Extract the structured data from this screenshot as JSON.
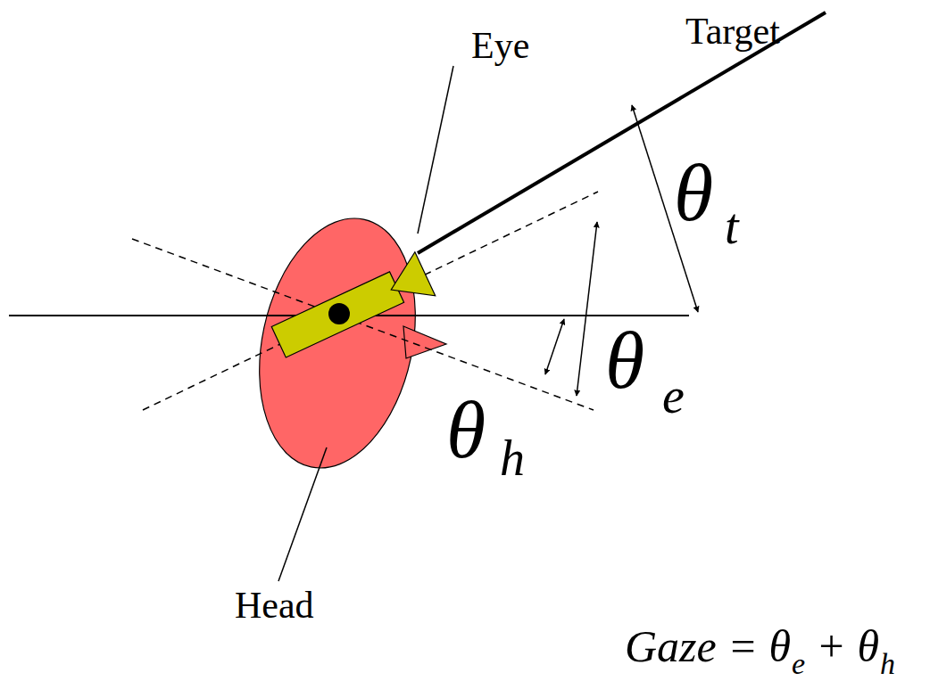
{
  "diagram": {
    "labels": [
      "Eye",
      "Target",
      "θ",
      "t",
      "θ",
      "e",
      "θ",
      "h",
      "Head",
      "Gaze = θ",
      "e",
      "+ θ",
      "h"
    ]
  }
}
